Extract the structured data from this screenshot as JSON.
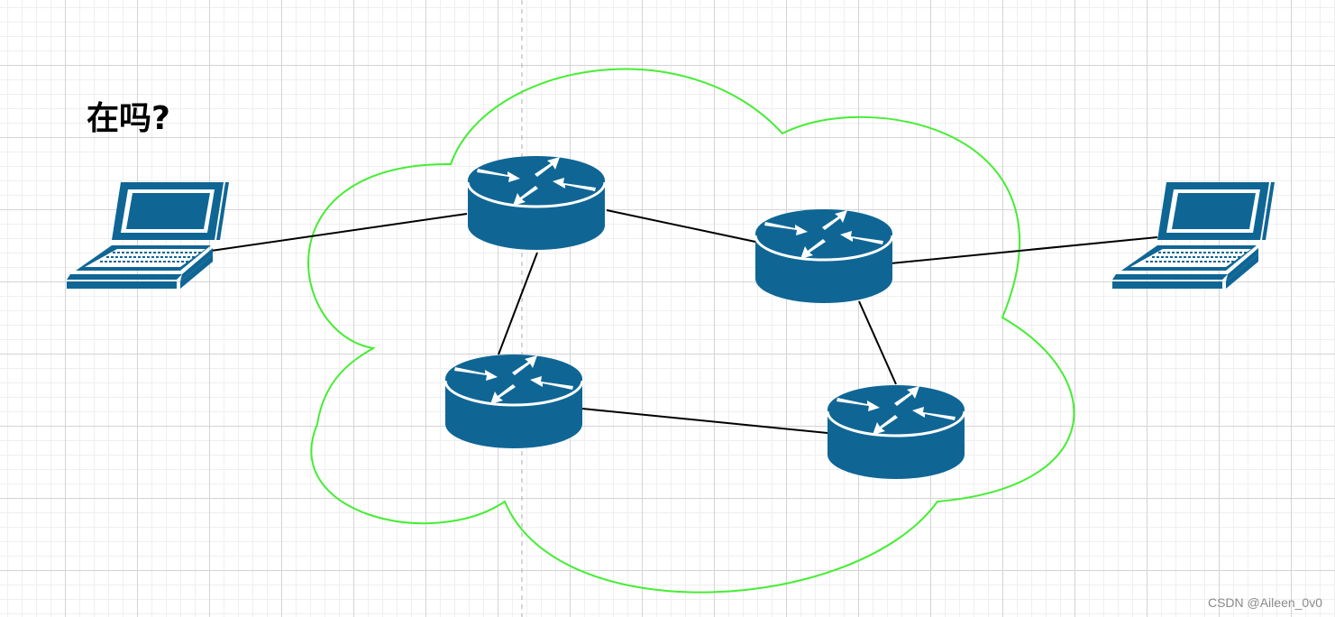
{
  "message_label": "在吗?",
  "watermark": "CSDN @Aileen_0v0",
  "colors": {
    "device": "#0f6695",
    "cloud_outline": "#44ee33",
    "link": "#000000",
    "grid_major": "#d4d4d4",
    "grid_minor": "#efefef",
    "guide_line": "#bbbbbb"
  },
  "devices": [
    {
      "id": "laptop-left",
      "type": "laptop-icon"
    },
    {
      "id": "router-top",
      "type": "router-icon"
    },
    {
      "id": "router-right",
      "type": "router-icon"
    },
    {
      "id": "router-bottom-left",
      "type": "router-icon"
    },
    {
      "id": "router-bottom-right",
      "type": "router-icon"
    },
    {
      "id": "laptop-right",
      "type": "laptop-icon"
    }
  ],
  "links": [
    {
      "from": "laptop-left",
      "to": "router-top"
    },
    {
      "from": "router-top",
      "to": "router-right"
    },
    {
      "from": "router-top",
      "to": "router-bottom-left"
    },
    {
      "from": "router-right",
      "to": "laptop-right"
    },
    {
      "from": "router-right",
      "to": "router-bottom-right"
    },
    {
      "from": "router-bottom-left",
      "to": "router-bottom-right"
    }
  ],
  "network_cloud": {
    "label": ""
  }
}
